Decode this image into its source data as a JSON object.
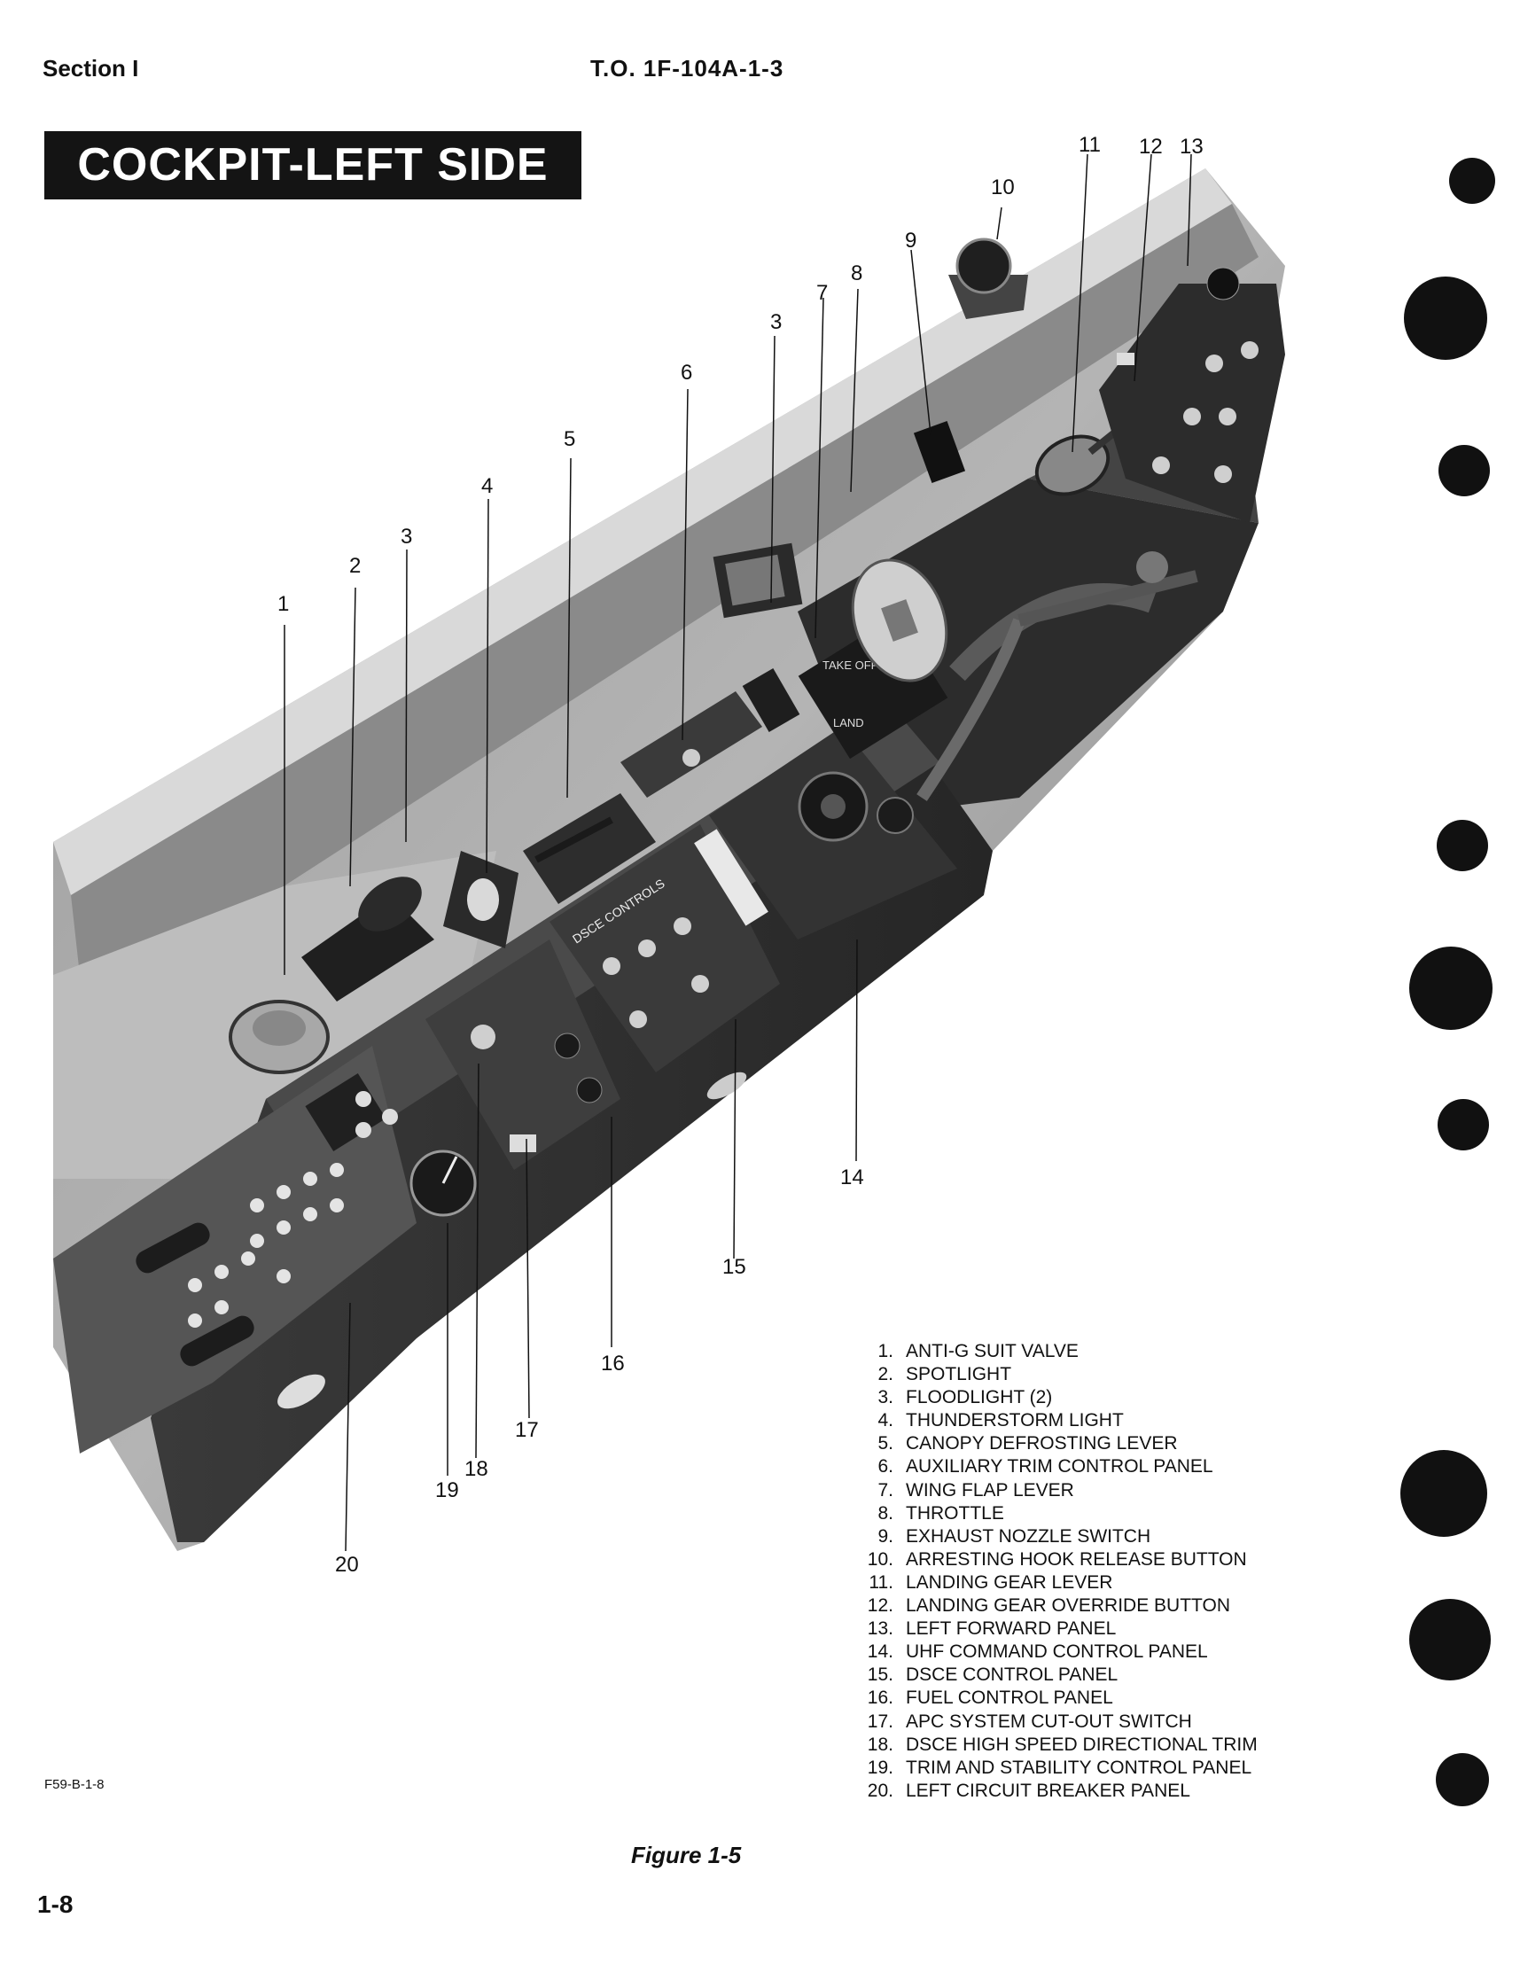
{
  "header": {
    "section": "Section I",
    "to_number": "T.O. 1F-104A-1-3"
  },
  "title": "COCKPIT-LEFT SIDE",
  "photo": {
    "panel_label": "DSCE CONTROLS",
    "throttle_labels": [
      "TAKE OFF",
      "LAND"
    ]
  },
  "callouts": [
    "1",
    "2",
    "3",
    "3",
    "4",
    "5",
    "6",
    "7",
    "8",
    "9",
    "10",
    "11",
    "12",
    "13",
    "14",
    "15",
    "16",
    "17",
    "18",
    "19",
    "20"
  ],
  "legend": [
    {
      "num": "1.",
      "text": "ANTI-G SUIT VALVE"
    },
    {
      "num": "2.",
      "text": "SPOTLIGHT"
    },
    {
      "num": "3.",
      "text": "FLOODLIGHT (2)"
    },
    {
      "num": "4.",
      "text": "THUNDERSTORM LIGHT"
    },
    {
      "num": "5.",
      "text": "CANOPY DEFROSTING LEVER"
    },
    {
      "num": "6.",
      "text": "AUXILIARY TRIM CONTROL PANEL"
    },
    {
      "num": "7.",
      "text": "WING FLAP LEVER"
    },
    {
      "num": "8.",
      "text": "THROTTLE"
    },
    {
      "num": "9.",
      "text": "EXHAUST NOZZLE SWITCH"
    },
    {
      "num": "10.",
      "text": "ARRESTING HOOK RELEASE BUTTON"
    },
    {
      "num": "11.",
      "text": "LANDING GEAR LEVER"
    },
    {
      "num": "12.",
      "text": "LANDING GEAR OVERRIDE BUTTON"
    },
    {
      "num": "13.",
      "text": "LEFT FORWARD PANEL"
    },
    {
      "num": "14.",
      "text": "UHF COMMAND CONTROL PANEL"
    },
    {
      "num": "15.",
      "text": "DSCE CONTROL PANEL"
    },
    {
      "num": "16.",
      "text": "FUEL CONTROL PANEL"
    },
    {
      "num": "17.",
      "text": "APC SYSTEM CUT-OUT SWITCH"
    },
    {
      "num": "18.",
      "text": "DSCE HIGH SPEED DIRECTIONAL TRIM"
    },
    {
      "num": "19.",
      "text": "TRIM AND STABILITY CONTROL PANEL"
    },
    {
      "num": "20.",
      "text": "LEFT CIRCUIT BREAKER PANEL"
    }
  ],
  "figure_id": "F59-B-1-8",
  "figure_caption": "Figure 1-5",
  "page_number": "1-8"
}
